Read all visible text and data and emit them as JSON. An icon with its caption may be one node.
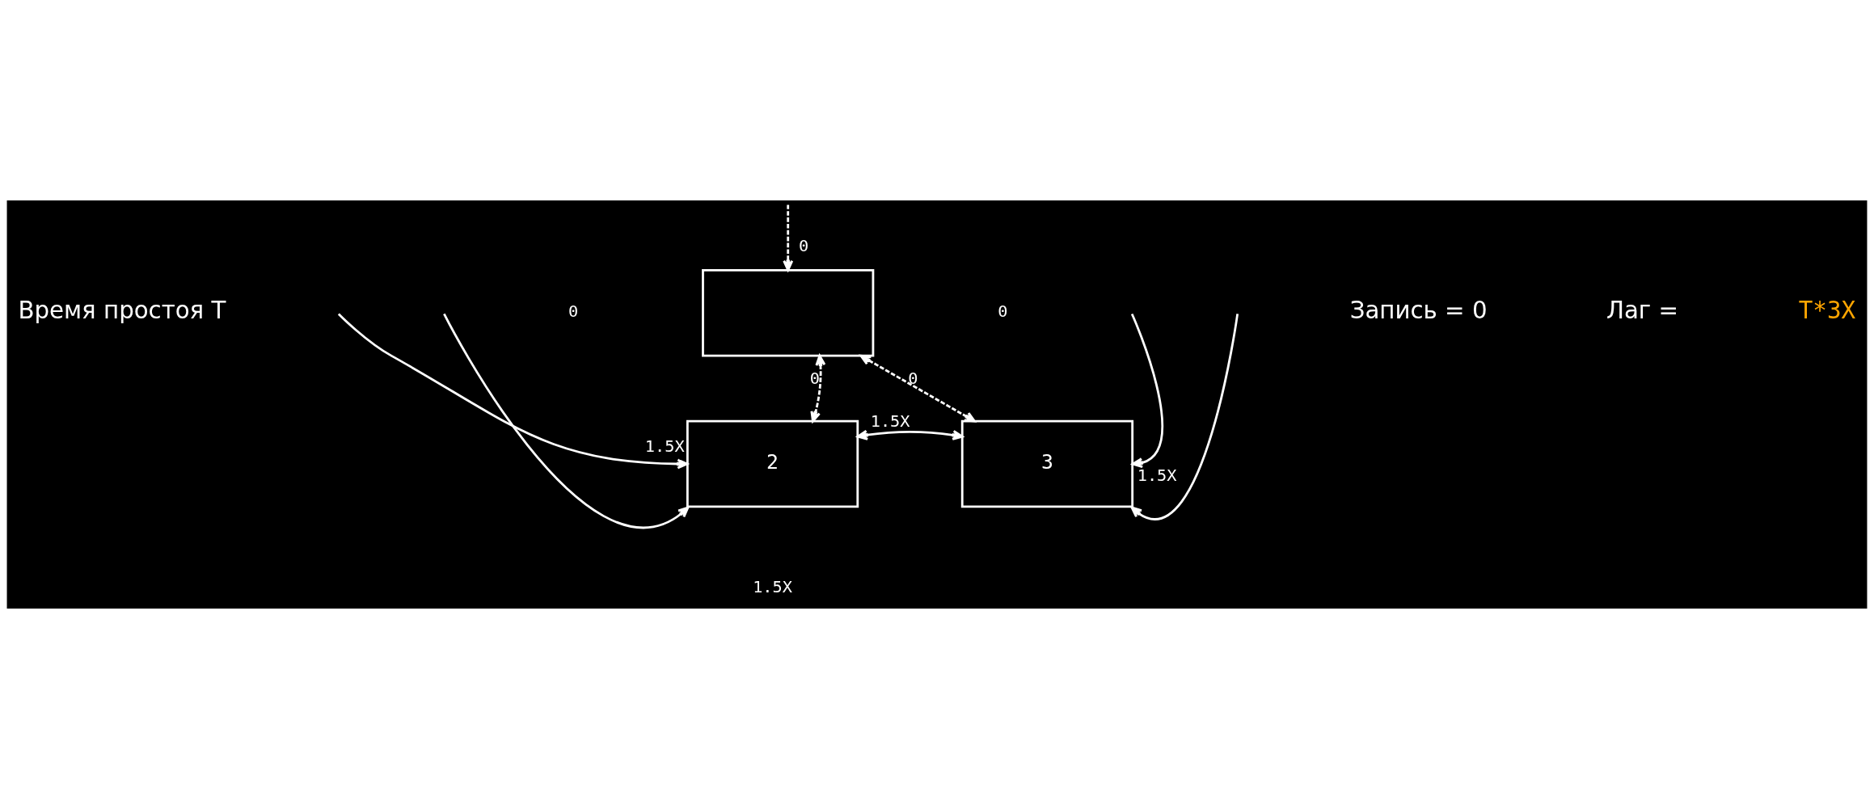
{
  "diagram": {
    "nodes": [
      {
        "text": [],
        "shape": "box"
      },
      {
        "text": [
          "2"
        ]
      },
      {
        "text": [
          "3"
        ]
      }
    ],
    "edges": [
      {
        "from": null,
        "to": 0,
        "arrow": "to",
        "style": "dashed",
        "label": "0"
      },
      {
        "from": 0,
        "to": 1,
        "arrow": "both",
        "style": "dashed",
        "label": "0"
      },
      {
        "from": 0,
        "to": 2,
        "arrow": "both",
        "style": "dashed",
        "label": "0"
      },
      {
        "from": null,
        "to": 1,
        "arrow": "to",
        "label": "1.5X"
      },
      {
        "from": null,
        "to": 1,
        "arrow": "to"
      },
      {
        "from": null,
        "to": 2,
        "arrow": "to",
        "label": "1.5X"
      },
      {
        "from": null,
        "to": 2,
        "arrow": "to"
      },
      {
        "from": 1,
        "to": 2,
        "arrow": "both",
        "label": "1.5X"
      }
    ],
    "labels": [
      "Время простоя T",
      "Запись = 0",
      "Лаг =",
      "T*3X",
      "0",
      "0",
      "1.5X"
    ]
  }
}
